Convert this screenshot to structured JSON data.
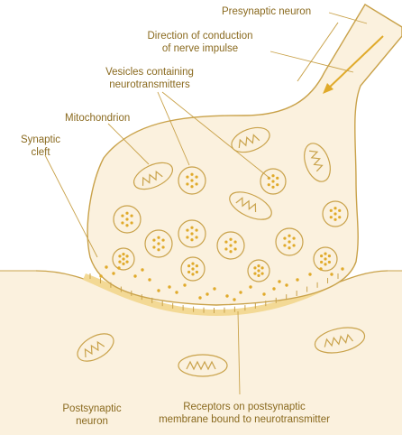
{
  "labels": {
    "presynaptic": "Presynaptic neuron",
    "direction_line1": "Direction of conduction",
    "direction_line2": "of nerve impulse",
    "vesicles_line1": "Vesicles containing",
    "vesicles_line2": "neurotransmitters",
    "mitochondrion": "Mitochondrion",
    "cleft_line1": "Synaptic",
    "cleft_line2": "cleft",
    "postsynaptic_line1": "Postsynaptic",
    "postsynaptic_line2": "neuron",
    "receptors_line1": "Receptors on postsynaptic",
    "receptors_line2": "membrane bound to neurotransmitter"
  },
  "colors": {
    "fill": "#fbf1de",
    "outline": "#c9a24a",
    "dots": "#e0aa2a",
    "text": "#8a6a1f",
    "receptor_band": "#f3d995"
  }
}
